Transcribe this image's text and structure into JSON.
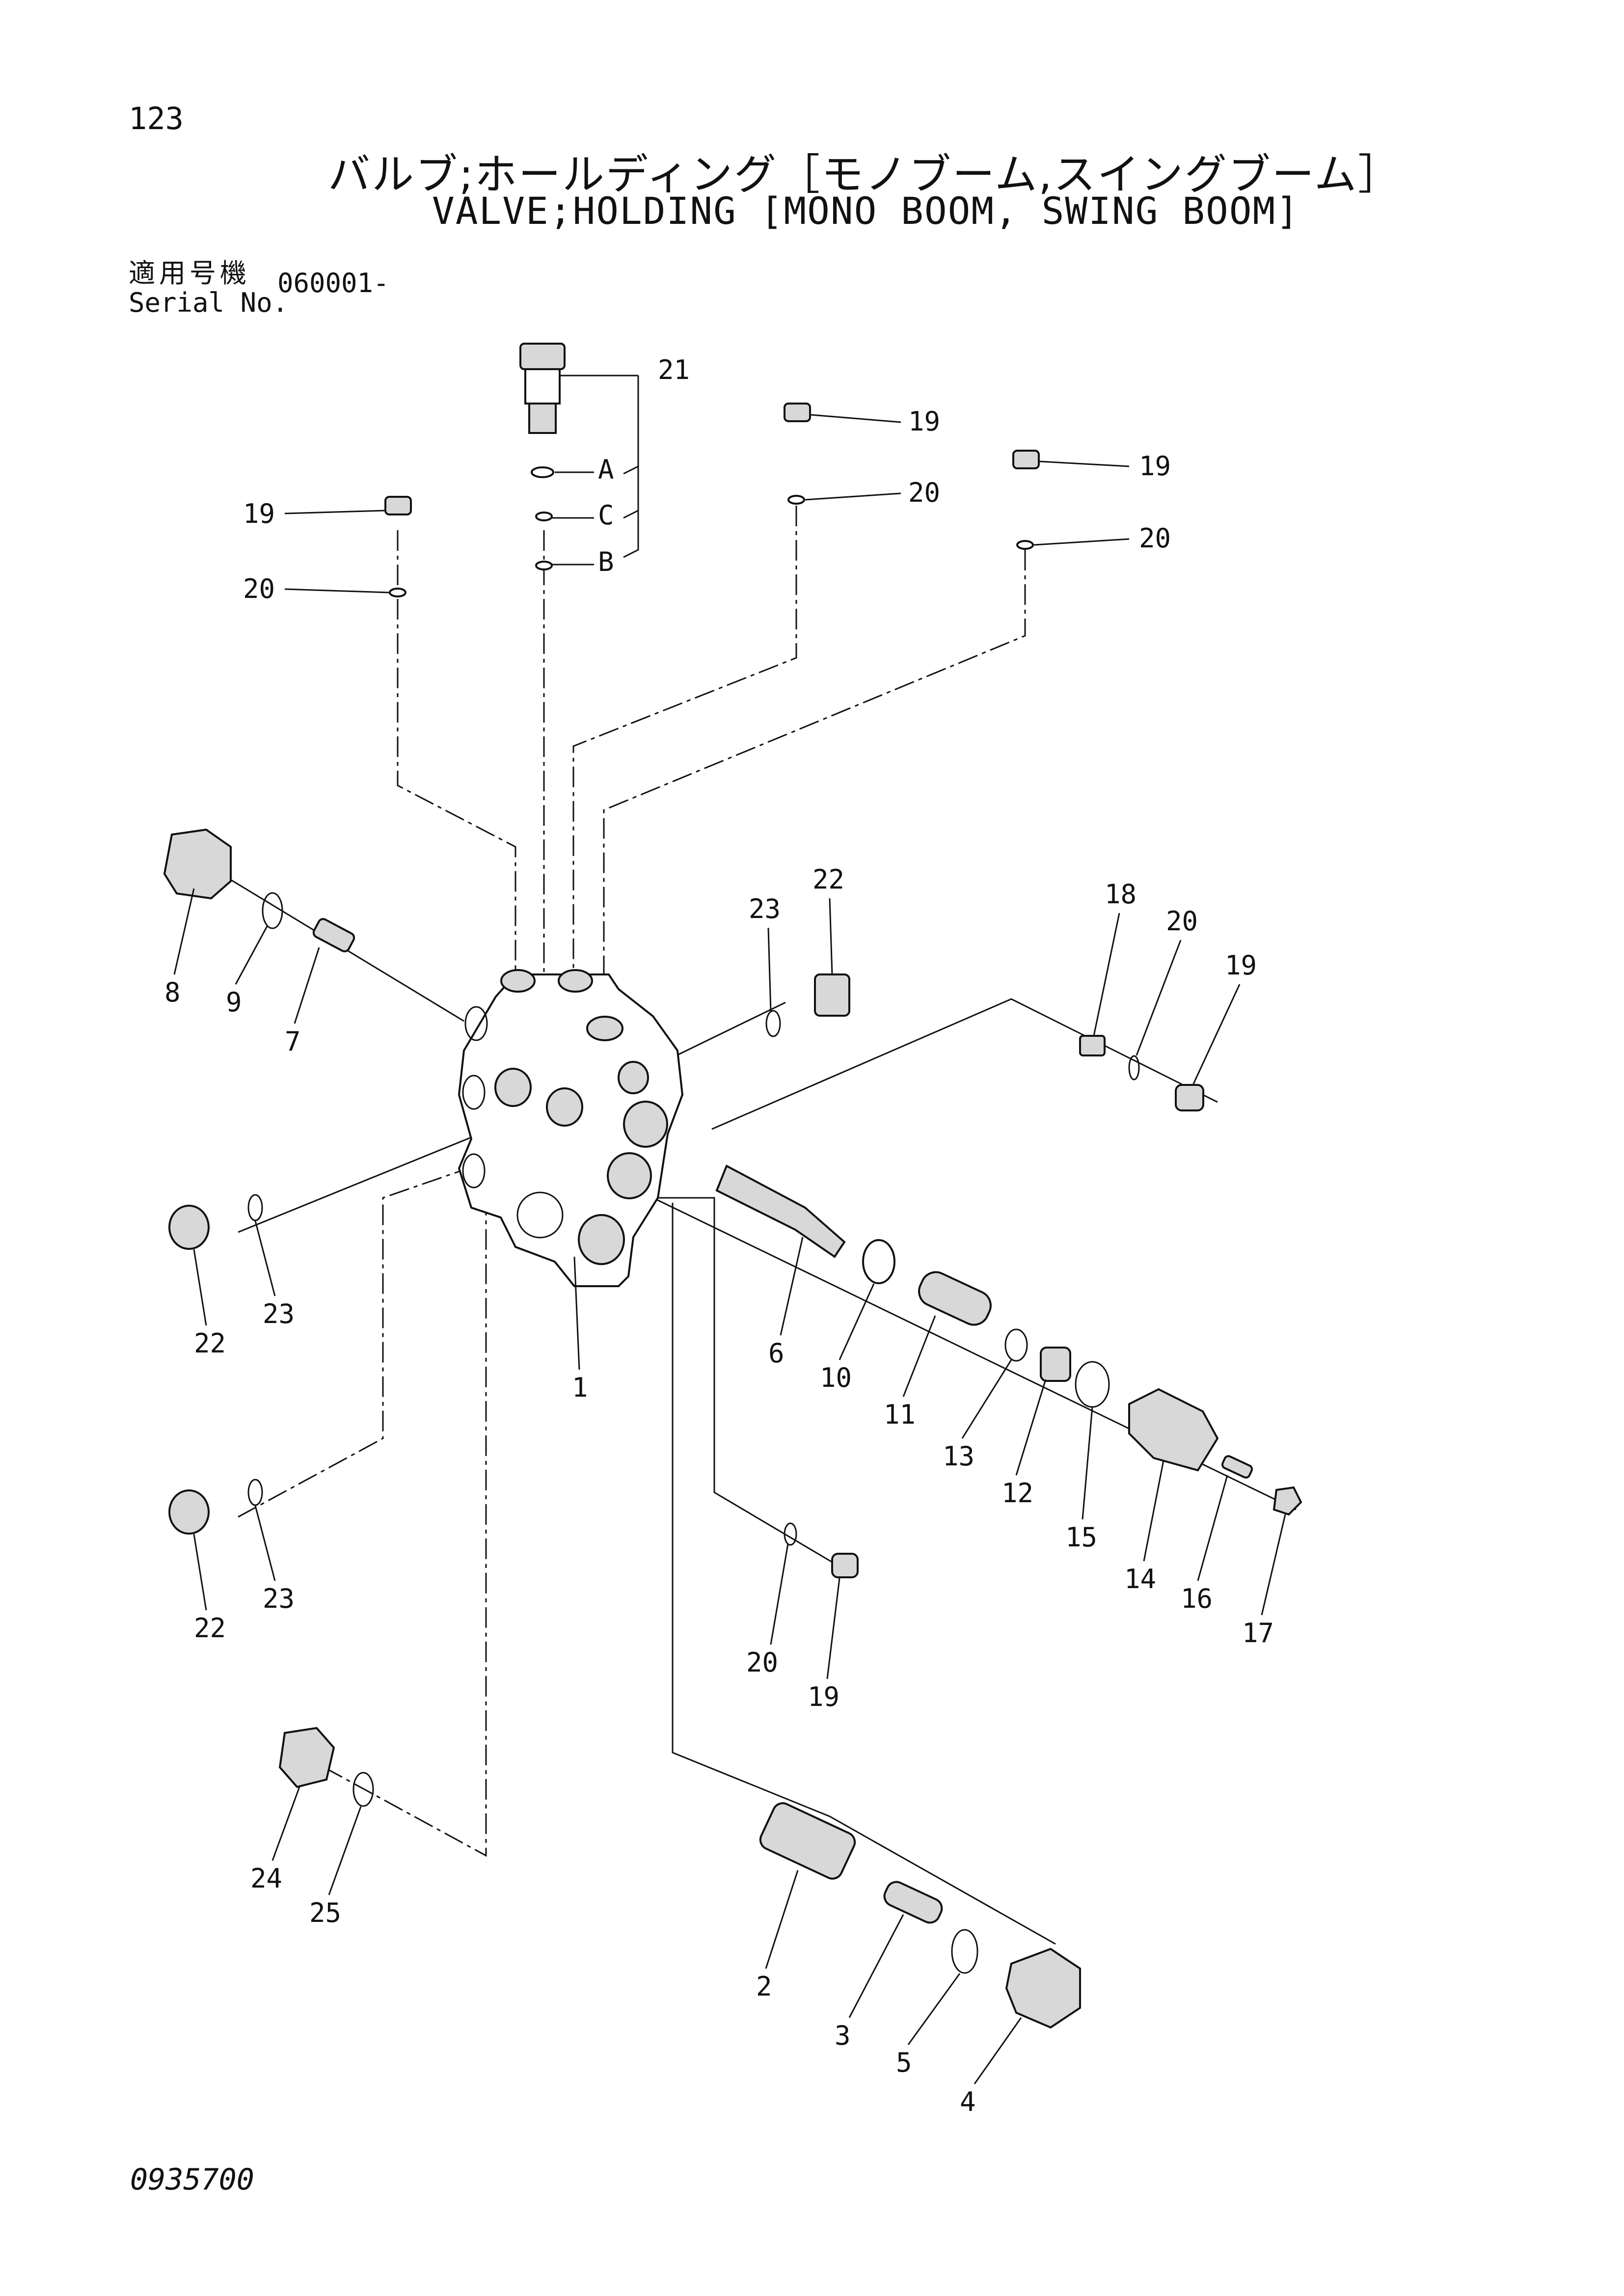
{
  "header": {
    "page_number": "123",
    "title_jp": "バルブ;ホールディング［モノブーム,スイングブーム］",
    "title_en": "VALVE;HOLDING [MONO BOOM, SWING BOOM]",
    "serial_label_jp": "適用号機",
    "serial_label_en": "Serial No.",
    "serial_value": "060001-"
  },
  "callouts": {
    "c1": "1",
    "c2": "2",
    "c3": "3",
    "c4": "4",
    "c5": "5",
    "c6": "6",
    "c7": "7",
    "c8": "8",
    "c9": "9",
    "c10": "10",
    "c11": "11",
    "c12": "12",
    "c13": "13",
    "c14": "14",
    "c15": "15",
    "c16": "16",
    "c17": "17",
    "c18": "18",
    "c19a": "19",
    "c19b": "19",
    "c19c": "19",
    "c19d": "19",
    "c19e": "19",
    "c20a": "20",
    "c20b": "20",
    "c20c": "20",
    "c20d": "20",
    "c20e": "20",
    "c21": "21",
    "c22a": "22",
    "c22b": "22",
    "c22c": "22",
    "c23a": "23",
    "c23b": "23",
    "c23c": "23",
    "c24": "24",
    "c25": "25",
    "cA": "A",
    "cB": "B",
    "cC": "C"
  },
  "footer": {
    "drawing_number": "0935700"
  }
}
